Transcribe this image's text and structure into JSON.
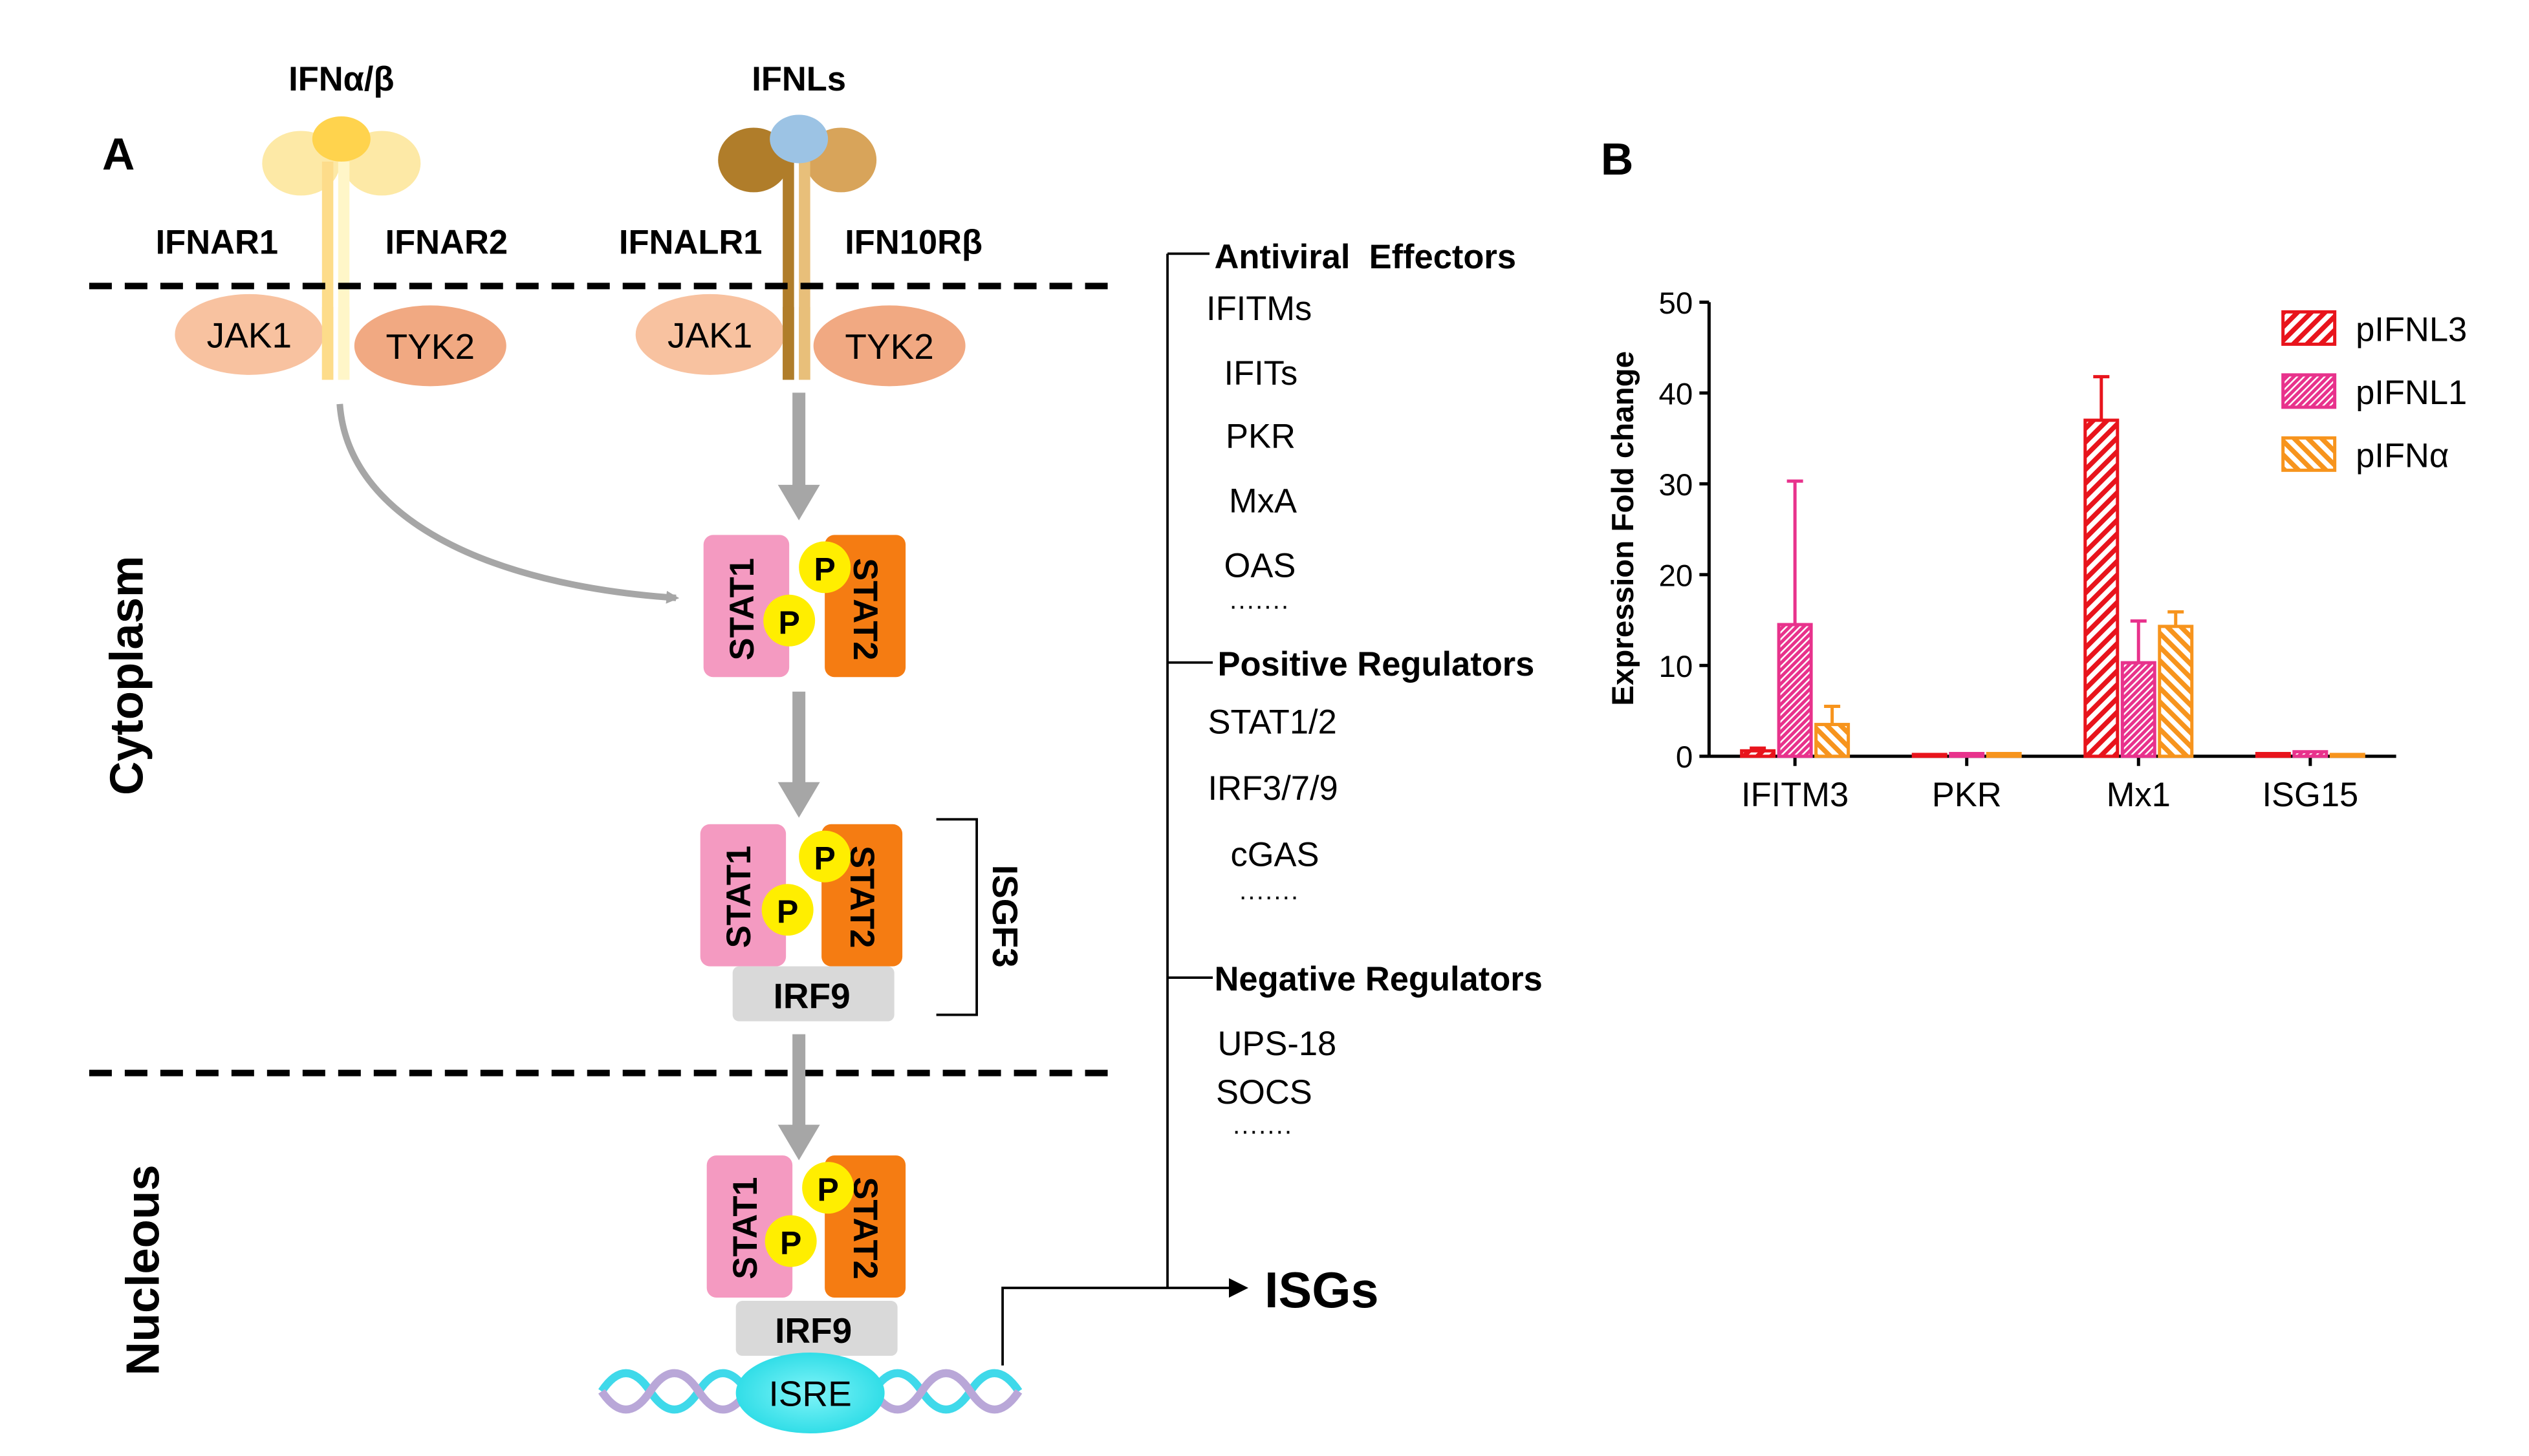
{
  "panel_a": {
    "label": "A",
    "ligands": {
      "ifn_ab": "IFNα/β",
      "ifnls": "IFNLs"
    },
    "receptors": {
      "ifnar1": "IFNAR1",
      "ifnar2": "IFNAR2",
      "ifnalr1": "IFNALR1",
      "ifn10rb": "IFN10Rβ"
    },
    "kinases": {
      "jak1": "JAK1",
      "tyk2": "TYK2"
    },
    "compartments": {
      "cytoplasm": "Cytoplasm",
      "nucleus": "Nucleous"
    },
    "complex": {
      "stat1": "STAT1",
      "stat2": "STAT2",
      "phospho": "P",
      "irf9": "IRF9",
      "isgf3": "ISGF3",
      "isre": "ISRE"
    },
    "output": "ISGs",
    "lists": [
      {
        "header": "Antiviral  Effectors",
        "items": [
          "IFITMs",
          "IFITs",
          "PKR",
          "MxA",
          "OAS",
          "·······"
        ]
      },
      {
        "header": "Positive Regulators",
        "items": [
          "STAT1/2",
          "IRF3/7/9",
          "cGAS",
          "·······"
        ]
      },
      {
        "header": "Negative Regulators",
        "items": [
          "UPS-18",
          "SOCS",
          "·······"
        ]
      }
    ]
  },
  "panel_b": {
    "label": "B"
  },
  "colors": {
    "stat1": "#f49ac1",
    "stat2": "#f57c12",
    "phospho": "#ffee00",
    "irf9": "#d9d9d9",
    "jak_tyk": "#f8c2a0",
    "isre": "#3fe3ec",
    "arrow": "#a6a6a6",
    "pIFNL3": "#e8141c",
    "pIFNL1": "#e8328c",
    "pIFNa": "#f7941d"
  },
  "chart_data": {
    "type": "bar",
    "title": "",
    "xlabel": "",
    "ylabel": "Expression Fold change",
    "ylim": [
      0,
      50
    ],
    "yticks": [
      0,
      10,
      20,
      30,
      40,
      50
    ],
    "categories": [
      "IFITM3",
      "PKR",
      "Mx1",
      "ISG15"
    ],
    "legend_position": "top-right",
    "grid": false,
    "series": [
      {
        "name": "pIFNL3",
        "values": [
          0.6,
          0.2,
          37.0,
          0.3
        ],
        "errors": [
          0.3,
          0,
          4.8,
          0
        ]
      },
      {
        "name": "pIFNL1",
        "values": [
          14.5,
          0.3,
          10.3,
          0.5
        ],
        "errors": [
          15.8,
          0,
          4.6,
          0
        ]
      },
      {
        "name": "pIFNα",
        "values": [
          3.5,
          0.3,
          14.3,
          0.2
        ],
        "errors": [
          2.0,
          0,
          1.6,
          0
        ]
      }
    ]
  }
}
